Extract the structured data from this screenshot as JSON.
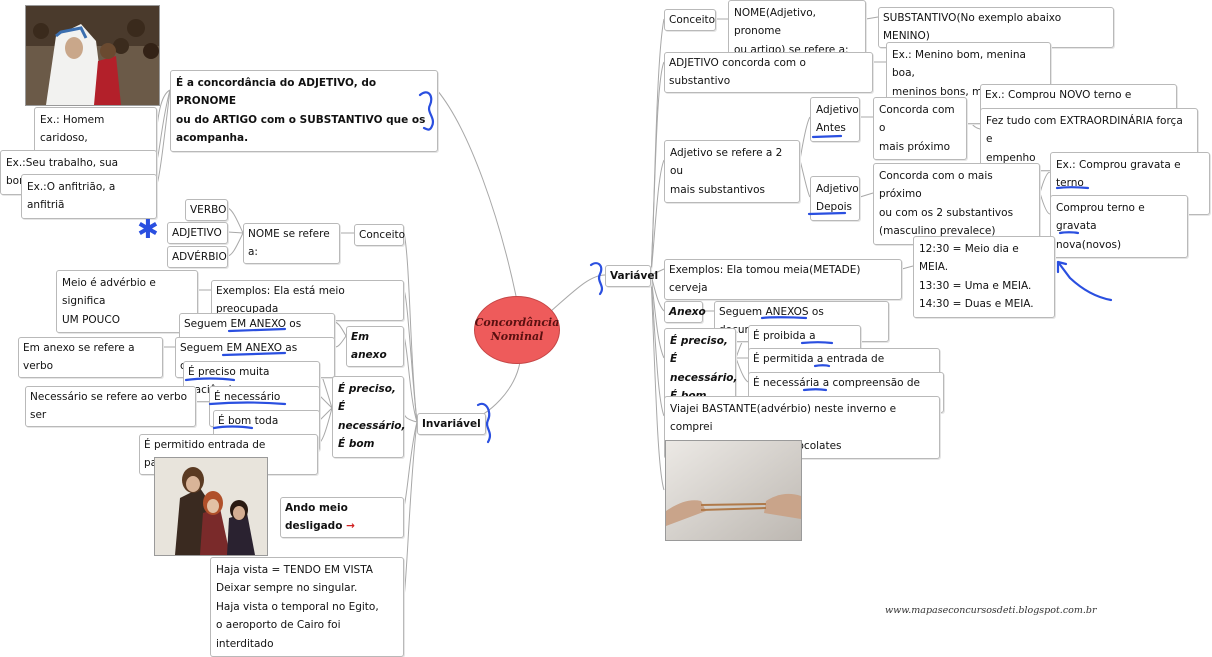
{
  "center": "Concordância\nNominal",
  "invariavel": {
    "label": "Invariável",
    "intro": "É a concordância do ADJETIVO, do PRONOME\nou do ARTIGO com o SUBSTANTIVO que os\nacompanha.",
    "ex1": "Ex.: Homem caridoso,\nHomens caridosos",
    "ex2": "Ex.:Seu trabalho, sua bondade",
    "ex3": "Ex.:O anfitrião, a anfitriã",
    "conceito": "Conceito",
    "nome_refere": "NOME se refere a:",
    "verbo": "VERBO",
    "adjetivo": "ADJETIVO",
    "adverbio": "ADVÉRBIO",
    "meio_exemplo": "Exemplos: Ela está meio preocupada",
    "meio_nota": "Meio é advérbio e significa\nUM POUCO",
    "em_anexo": "Em anexo",
    "anexo_ex1": "Seguem EM ANEXO os livros",
    "anexo_ex2": "Seguem EM ANEXO as cartas",
    "anexo_nota": "Em anexo se refere a verbo",
    "preciso_group": "É preciso,\nÉ necessário,\nÉ bom",
    "preciso_ex1": "É preciso muita paciência",
    "preciso_ex2": "É necessário atenção",
    "preciso_ex3": "É bom toda cautela",
    "preciso_ex4": "É permitido entrada de pacientes",
    "preciso_nota": "Necessário se refere ao verbo ser",
    "ando": "Ando meio desligado",
    "haja": "Haja vista = TENDO EM VISTA\nDeixar sempre no singular.\nHaja vista o temporal no Egito,\no aeroporto de Cairo foi interditado"
  },
  "variavel": {
    "label": "Variável",
    "conceito": "Conceito",
    "nome_refere": "NOME(Adjetivo, pronome\nou artigo) se refere a:",
    "substantivo": "SUBSTANTIVO(No exemplo abaixo MENINO)",
    "adj_concorda": "ADJETIVO concorda com o substantivo",
    "menino_ex": "Ex.: Menino bom, menina boa,\nmeninos bons, meninas boas",
    "adj_refere_2": "Adjetivo se refere a 2 ou\nmais substantivos",
    "antes": "Adjetivo\nAntes",
    "antes_regra": "Concorda com o\nmais próximo",
    "antes_ex1": "Ex.: Comprou NOVO terno e gravata",
    "antes_ex2": "Fez tudo com EXTRAORDINÁRIA força e\nempenho",
    "depois": "Adjetivo\nDepois",
    "depois_regra": "Concorda com o mais próximo\nou com os 2 substantivos\n(masculino prevalece)",
    "depois_ex1": "Ex.: Comprou gravata e terno\nnovo(novos)",
    "depois_ex2": "Comprou terno e gravata\nnova(novos)",
    "meia_ex": "Exemplos: Ela tomou meia(METADE) cerveja",
    "horas": "12:30 = Meio dia e MEIA.\n13:30 = Uma e MEIA.\n14:30 = Duas e MEIA.",
    "anexo": "Anexo",
    "anexo_ex": "Seguem ANEXOS os documentos",
    "preciso_group": "É preciso,\nÉ necessário,\nÉ bom",
    "preciso_ex1": "É proibida a entrada",
    "preciso_ex2": "É permitida a entrada de pacientes",
    "preciso_ex3": "É necessária a compreensão de todos",
    "bastante": "Viajei BASTANTE(advérbio) neste inverno e comprei\nBASTANTES(adjetivo) chocolates"
  },
  "footer": "www.mapaseconcursosdeti.blogspot.com.br",
  "icons": {
    "star": "asterisk-icon",
    "arrow": "arrow-right-icon"
  },
  "colors": {
    "center_fill": "#ee5b5b",
    "ink_annotation": "#2a4fe0",
    "link_line": "#a8a8a8"
  }
}
